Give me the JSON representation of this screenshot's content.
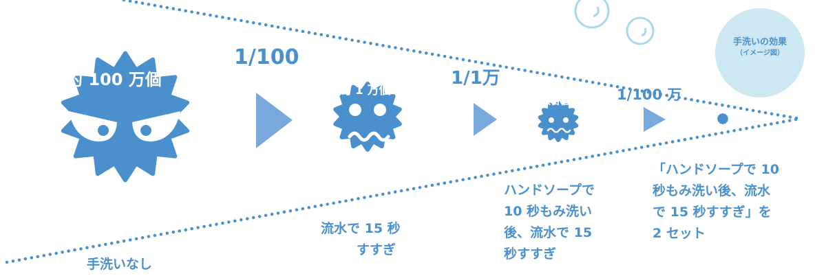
{
  "badge": {
    "title": "手洗いの効果",
    "subtitle": "（イメージ図）"
  },
  "stages": [
    {
      "virus_label": "約 100 万個",
      "caption": "手洗いなし"
    },
    {
      "virus_label": "約 1 万個",
      "caption_lines": [
        "流水で 15 秒",
        "すすぎ"
      ]
    },
    {
      "virus_label": "数百個",
      "caption_lines": [
        "ハンドソープで",
        "10 秒もみ洗い",
        "後、流水で 15",
        "秒すすぎ"
      ]
    },
    {
      "virus_label": "",
      "caption_lines": [
        "「ハンドソープで 10",
        "秒もみ洗い後、流水",
        "で 15 秒すすぎ」を",
        "2 セット"
      ]
    }
  ],
  "ratios": [
    "1/100",
    "1/1万",
    "1/100 万"
  ],
  "colors": {
    "virus": "#4a90cc",
    "arrow": "#79a8dc",
    "dots": "#4a90cc",
    "badge": "#cde8f3",
    "bubble": "#a8d8ee"
  }
}
